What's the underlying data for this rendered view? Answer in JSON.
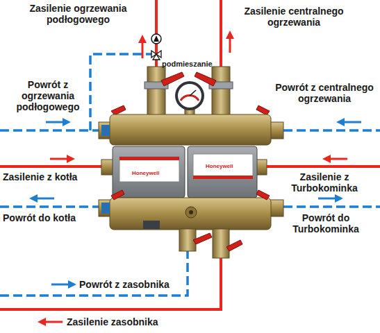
{
  "diagram": {
    "labels": [
      "Zasilenie ogrzewania podłogowego",
      "Zasilenie centralnego ogrzewania",
      "podmieszanie",
      "Powrót z ogrzewania podłogowego",
      "Powrót z centralnego ogrzewania",
      "Zasilenie z kotła",
      "Zasilenie z Turbokominka",
      "Powrót do kotła",
      "Powrót do Turbokominka",
      "Powrót z zasobnika",
      "Zasilenie zasobnika",
      "Honeywell",
      "Honeywell"
    ]
  }
}
